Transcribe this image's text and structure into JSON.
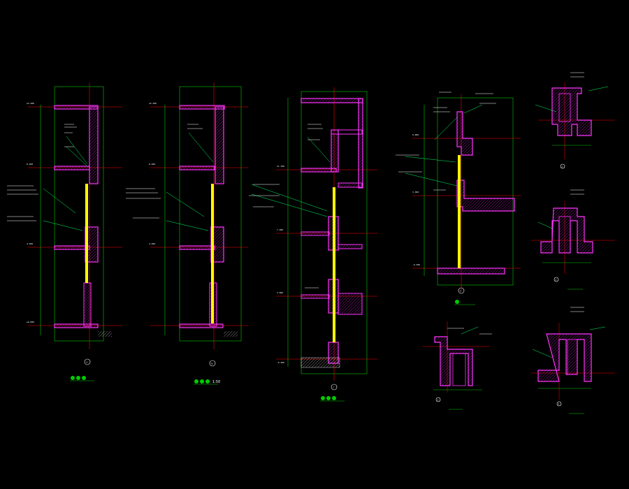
{
  "colors": {
    "background": "#000000",
    "wall": "#ff33ff",
    "hatch": "#cc22cc",
    "grid": "#00cc00",
    "axis": "#ff0000",
    "glass": "#ffff00",
    "text": "#ffffff",
    "leader": "#00ff66"
  },
  "sections": [
    {
      "id": "A",
      "title_suffix": ""
    },
    {
      "id": "B",
      "title_suffix": "1:50"
    },
    {
      "id": "C",
      "title_suffix": ""
    },
    {
      "id": "D",
      "title_suffix": ""
    }
  ],
  "details": [
    {
      "id": "1"
    },
    {
      "id": "2"
    },
    {
      "id": "3"
    },
    {
      "id": "4"
    },
    {
      "id": "5"
    }
  ],
  "notes": {
    "elev_a_top": "12.300",
    "elev_a_mid": "8.400",
    "elev_a_low": "4.500",
    "elev_a_base": "±0.000",
    "elev_b_top": "12.300",
    "elev_b_mid": "8.400",
    "elev_b_low": "4.500",
    "elev_c_top": "11.700",
    "elev_c_mid": "7.200",
    "elev_c_low": "3.600",
    "elev_c_base": "-0.300",
    "elev_d_top": "6.600",
    "elev_d_mid": "3.300",
    "elev_d_base": "-0.300"
  }
}
